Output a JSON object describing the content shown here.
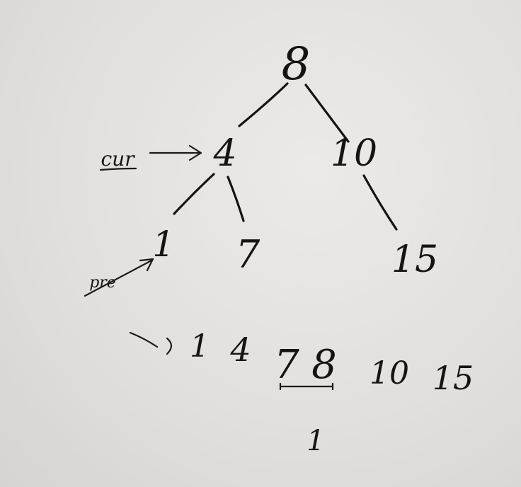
{
  "tree": {
    "nodes": [
      {
        "id": "n8",
        "label": "8"
      },
      {
        "id": "n4",
        "label": "4"
      },
      {
        "id": "n10",
        "label": "10"
      },
      {
        "id": "n1",
        "label": "1"
      },
      {
        "id": "n7",
        "label": "7"
      },
      {
        "id": "n15",
        "label": "15"
      }
    ],
    "edges": [
      [
        "8",
        "4"
      ],
      [
        "8",
        "10"
      ],
      [
        "4",
        "1"
      ],
      [
        "4",
        "7"
      ],
      [
        "10",
        "15"
      ]
    ]
  },
  "annotations": {
    "cur_label": "cur",
    "pre_label": "pre"
  },
  "sequence": {
    "items": [
      "1",
      "4",
      "7",
      "8",
      "10",
      "15"
    ],
    "below_value": "1"
  }
}
